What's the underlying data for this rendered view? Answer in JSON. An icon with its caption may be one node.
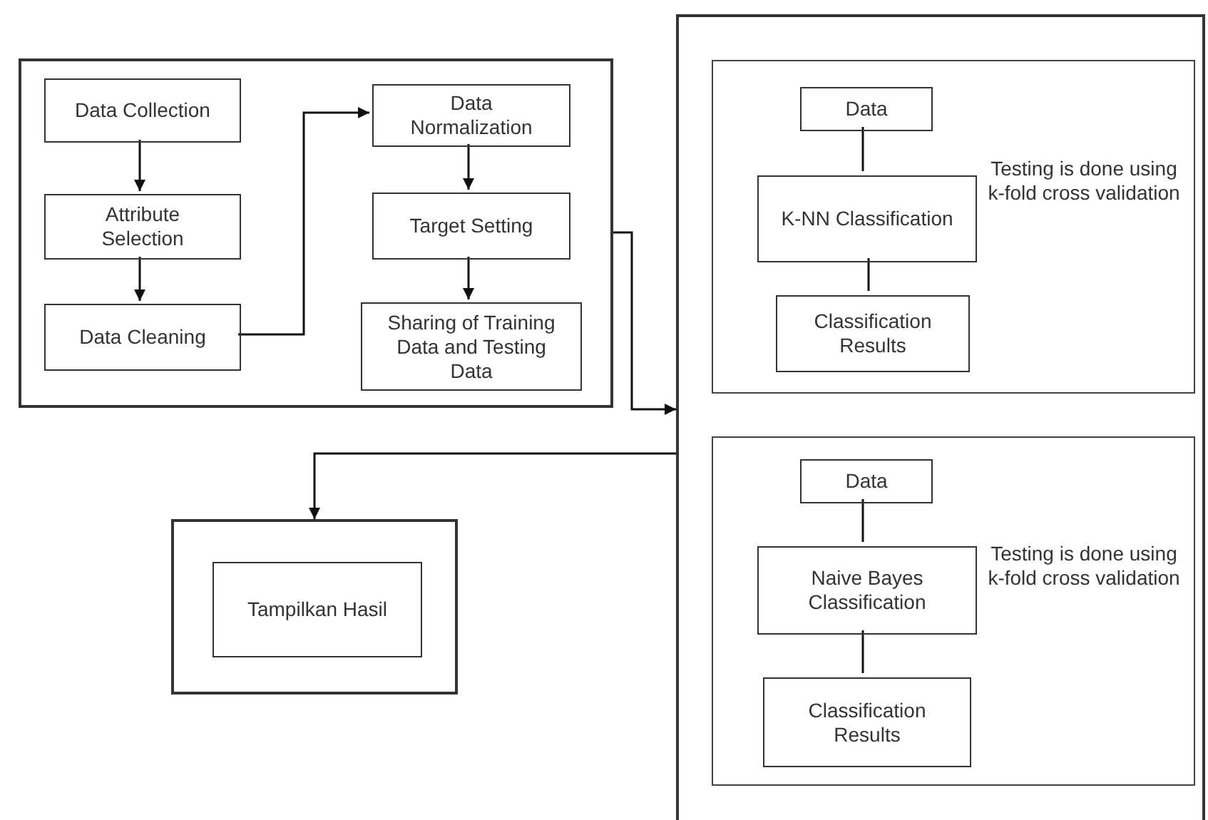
{
  "diagram": {
    "nodes": [
      {
        "text": [],
        "shape": "box"
      },
      {
        "text": [
          "Data Collection"
        ],
        "in": 0
      },
      {
        "text": [
          "Attribute Selection"
        ],
        "in": 0
      },
      {
        "text": [
          "Data Cleaning"
        ],
        "in": 0
      },
      {
        "text": [
          "Data Normalization"
        ],
        "in": 0
      },
      {
        "text": [
          "Target Setting"
        ],
        "in": 0
      },
      {
        "text": [
          "Sharing of Training Data and Testing Data"
        ],
        "in": 0
      },
      {
        "text": [],
        "shape": "box"
      },
      {
        "text": [
          "Testing is done using k-fold cross validation"
        ],
        "in": 7
      },
      {
        "text": [
          "Data"
        ],
        "in": 8
      },
      {
        "text": [
          "K-NN Classification"
        ],
        "in": 8
      },
      {
        "text": [
          "Classification Results"
        ],
        "in": 8
      },
      {
        "text": [
          "Testing is done using k-fold cross validation"
        ],
        "in": 7
      },
      {
        "text": [
          "Data"
        ],
        "in": 12
      },
      {
        "text": [
          "Naive Bayes Classification"
        ],
        "in": 12
      },
      {
        "text": [
          "Classification Results"
        ],
        "in": 12
      },
      {
        "text": [],
        "shape": "box"
      },
      {
        "text": [
          "Tampilkan Hasil"
        ],
        "in": 16
      }
    ],
    "edges": [
      {
        "from": 1,
        "to": 2,
        "arrow": "to"
      },
      {
        "from": 2,
        "to": 3,
        "arrow": "to"
      },
      {
        "from": 3,
        "to": 4,
        "arrow": "to"
      },
      {
        "from": 4,
        "to": 5,
        "arrow": "to"
      },
      {
        "from": 5,
        "to": 6,
        "arrow": "to"
      },
      {
        "from": 0,
        "to": 7,
        "arrow": "to"
      },
      {
        "from": 7,
        "to": 16,
        "arrow": "to"
      },
      {
        "from": 9,
        "to": 10,
        "arrow": "none"
      },
      {
        "from": 10,
        "to": 11,
        "arrow": "none"
      },
      {
        "from": 13,
        "to": 14,
        "arrow": "none"
      },
      {
        "from": 14,
        "to": 15,
        "arrow": "none"
      }
    ]
  }
}
